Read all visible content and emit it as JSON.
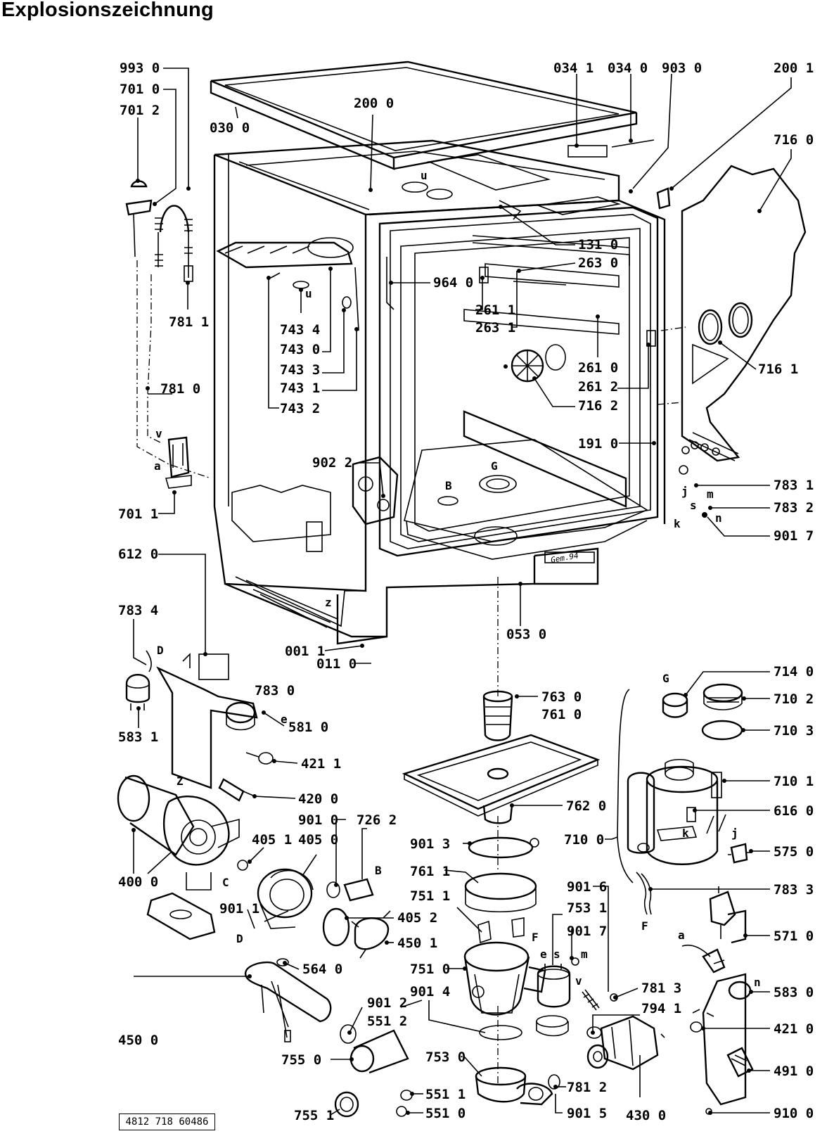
{
  "title": "Explosionszeichnung",
  "doc_number": "4812 718 60486",
  "labels": {
    "l993_0": "993 0",
    "l701_0": "701 0",
    "l701_2": "701 2",
    "l030_0": "030 0",
    "l200_0": "200 0",
    "l034_1": "034 1",
    "l034_0": "034 0",
    "l903_0": "903 0",
    "l200_1": "200 1",
    "l716_0": "716 0",
    "l131_0": "131 0",
    "l263_0": "263 0",
    "l964_0": "964 0",
    "l261_1": "261 1",
    "l263_1": "263 1",
    "l781_1": "781 1",
    "l743_4": "743 4",
    "l743_0": "743 0",
    "l743_3": "743 3",
    "l743_1": "743 1",
    "l743_2": "743 2",
    "l261_0": "261 0",
    "l261_2": "261 2",
    "l716_1": "716 1",
    "l716_2": "716 2",
    "l781_0": "781 0",
    "l191_0": "191 0",
    "l902_2": "902 2",
    "l783_1": "783 1",
    "l783_2": "783 2",
    "l701_1": "701 1",
    "l901_7a": "901 7",
    "l612_0": "612 0",
    "l783_4": "783 4",
    "l001_1": "001 1",
    "l011_0": "011 0",
    "l053_0": "053 0",
    "l714_0": "714 0",
    "l783_0": "783 0",
    "l763_0": "763 0",
    "l761_0": "761 0",
    "l710_2": "710 2",
    "l581_0": "581 0",
    "l583_1": "583 1",
    "l710_3": "710 3",
    "l421_1": "421 1",
    "l420_0": "420 0",
    "l710_1": "710 1",
    "l901_0": "901 0",
    "l726_2": "726 2",
    "l762_0": "762 0",
    "l616_0": "616 0",
    "l405_1": "405 1",
    "l405_0": "405 0",
    "l901_3": "901 3",
    "l710_0": "710 0",
    "l575_0": "575 0",
    "l400_0": "400 0",
    "l761_1": "761 1",
    "l901_6": "901 6",
    "l751_1": "751 1",
    "l753_1": "753 1",
    "l783_3": "783 3",
    "l901_1": "901 1",
    "l405_2": "405 2",
    "l901_7b": "901 7",
    "l450_1": "450 1",
    "l571_0": "571 0",
    "l564_0": "564 0",
    "l751_0": "751 0",
    "l781_3": "781 3",
    "l583_0": "583 0",
    "l901_4": "901 4",
    "l794_1": "794 1",
    "l901_2": "901 2",
    "l551_2": "551 2",
    "l421_0": "421 0",
    "l450_0": "450 0",
    "l755_0": "755 0",
    "l753_0": "753 0",
    "l491_0": "491 0",
    "l551_1": "551 1",
    "l781_2": "781 2",
    "l755_1": "755 1",
    "l551_0": "551 0",
    "l901_5": "901 5",
    "l430_0": "430 0",
    "l910_0": "910 0"
  },
  "letters": {
    "u1": "u",
    "u2": "u",
    "v1": "v",
    "a1": "a",
    "G1": "G",
    "B1": "B",
    "z1": "z",
    "D1": "D",
    "e1": "e",
    "Z2": "Z",
    "B2": "B",
    "C1": "C",
    "D2": "D",
    "F1": "F",
    "G2": "G",
    "k1": "k",
    "j1": "j",
    "k2": "k",
    "j2": "j",
    "s1": "s",
    "m1": "m",
    "n1": "n",
    "F2": "F",
    "a2": "a",
    "n2": "n",
    "e2": "e",
    "s2": "s",
    "m2": "m",
    "v2": "v"
  },
  "stamp": "Gem.94"
}
